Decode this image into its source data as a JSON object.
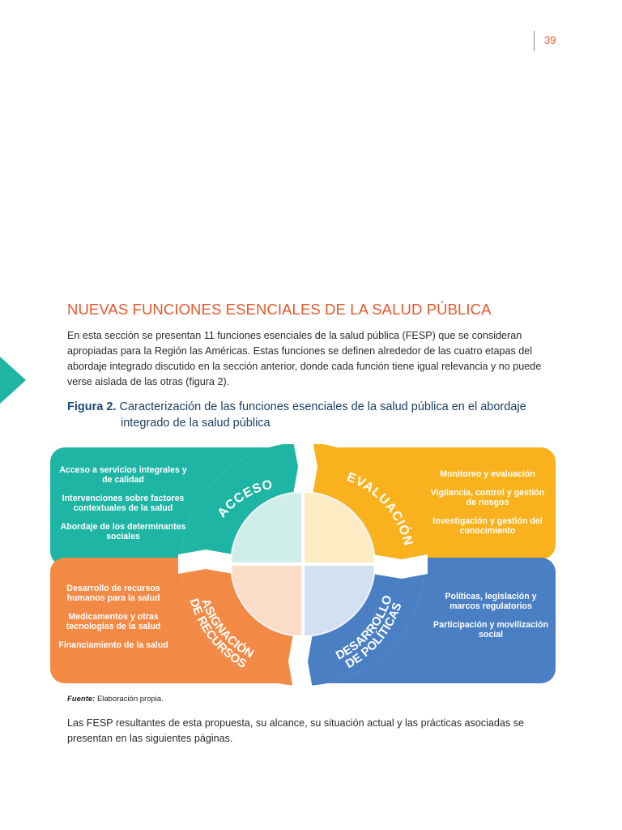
{
  "page": {
    "number": "39"
  },
  "section": {
    "title": "NUEVAS FUNCIONES ESENCIALES DE LA SALUD PÚBLICA",
    "intro": "En esta sección se presentan 11 funciones esenciales de la salud pública (FESP) que se consideran apropiadas para la Región las Américas. Estas funciones se definen alrededor de las cuatro etapas del abordaje integrado discutido en la sección anterior, donde cada función tiene igual relevancia y no puede verse aislada de las otras (figura 2)."
  },
  "figure": {
    "label": "Figura 2.",
    "title": "Caracterización de las funciones esenciales de la salud pública en el abordaje integrado de la salud pública",
    "colors": {
      "acceso": "#1fb5a5",
      "evaluacion": "#f9b21d",
      "asignacion": "#f28a45",
      "desarrollo": "#4a7fc4"
    },
    "quadrants": {
      "acceso": {
        "label": "ACCESO",
        "items": [
          "Acceso a servicios integrales y de calidad",
          "Intervenciones sobre factores contextuales de la salud",
          "Abordaje de los determinantes sociales"
        ]
      },
      "evaluacion": {
        "label": "EVALUACIÓN",
        "items": [
          "Monitoreo y evaluación",
          "Vigilancia, control y gestión de riesgos",
          "Investigación y gestión del conocimiento"
        ]
      },
      "asignacion": {
        "label_line1": "ASIGNACIÓN",
        "label_line2": "DE RECURSOS",
        "items": [
          "Desarrollo de recursos humanos para la salud",
          "Medicamentos y otras tecnologías de la salud",
          "Financiamiento de la salud"
        ]
      },
      "desarrollo": {
        "label_line1": "DESARROLLO",
        "label_line2": "DE POLÍTICAS",
        "items": [
          "Políticas, legislación y marcos regulatorios",
          "Participación y movilización social"
        ]
      }
    },
    "source_label": "Fuente:",
    "source_text": "Elaboración propia."
  },
  "closing": "Las FESP resultantes de esta propuesta, su alcance, su situación actual y las prácticas asociadas se presentan en las siguientes páginas."
}
